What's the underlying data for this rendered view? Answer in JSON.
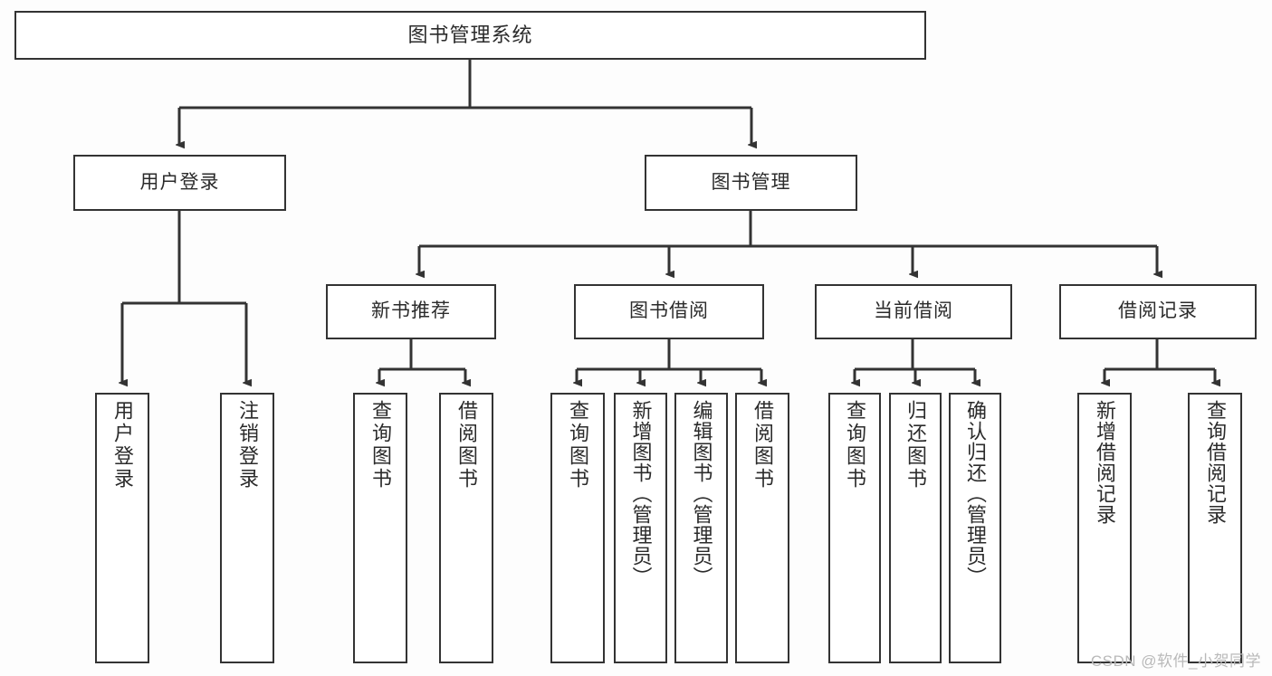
{
  "diagram": {
    "type": "tree-hierarchy",
    "title": "图书管理系统",
    "colors": {
      "background": "#fdfdfd",
      "box_fill": "#ffffff",
      "box_border": "#333333",
      "connector": "#333333",
      "text": "#2b2b2b",
      "watermark": "#b9b9b9"
    },
    "root": {
      "label": "图书管理系统"
    },
    "level2": [
      {
        "label": "用户登录"
      },
      {
        "label": "图书管理"
      }
    ],
    "level3": [
      {
        "label": "新书推荐"
      },
      {
        "label": "图书借阅"
      },
      {
        "label": "当前借阅"
      },
      {
        "label": "借阅记录"
      }
    ],
    "leaves": {
      "user_login": [
        {
          "label": "用户登录"
        },
        {
          "label": "注销登录"
        }
      ],
      "new_book_recommend": [
        {
          "label": "查询图书"
        },
        {
          "label": "借阅图书"
        }
      ],
      "book_borrow": [
        {
          "label": "查询图书"
        },
        {
          "label": "新增图书（管理员）"
        },
        {
          "label": "编辑图书（管理员）"
        },
        {
          "label": "借阅图书"
        }
      ],
      "current_borrow": [
        {
          "label": "查询图书"
        },
        {
          "label": "归还图书"
        },
        {
          "label": "确认归还（管理员）"
        }
      ],
      "borrow_records": [
        {
          "label": "新增借阅记录"
        },
        {
          "label": "查询借阅记录"
        }
      ]
    }
  },
  "watermark": {
    "text": "CSDN @软件_小贺同学"
  }
}
